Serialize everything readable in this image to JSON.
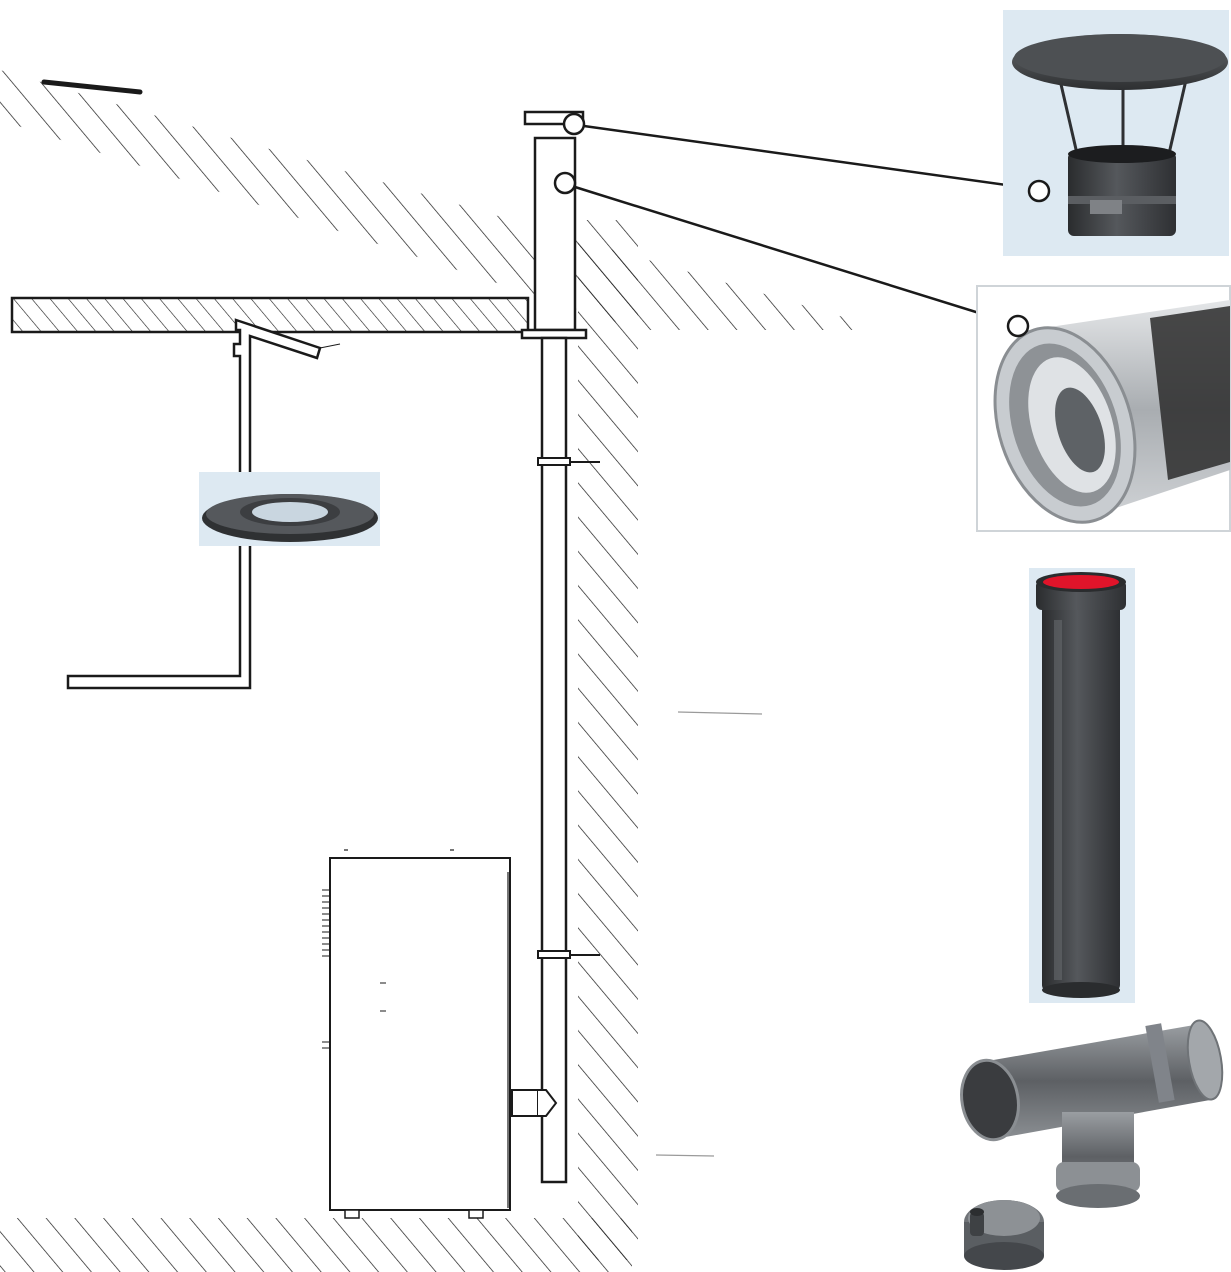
{
  "diagram": {
    "components": [
      {
        "id": "rain-cap",
        "icon": "rain-cap-icon"
      },
      {
        "id": "insulated-pipe",
        "icon": "insulated-pipe-icon"
      },
      {
        "id": "flue-pipe",
        "icon": "flue-pipe-icon"
      },
      {
        "id": "tee-connector",
        "icon": "tee-with-cap-icon"
      },
      {
        "id": "wall-rosette",
        "icon": "rosette-icon"
      }
    ],
    "colors": {
      "line": "#1a1a1a",
      "photo_bg": "#dde9f2",
      "pipe_dark": "#3f4144",
      "pipe_inner_red": "#e0142a",
      "steel": "#b9bdc1"
    }
  }
}
